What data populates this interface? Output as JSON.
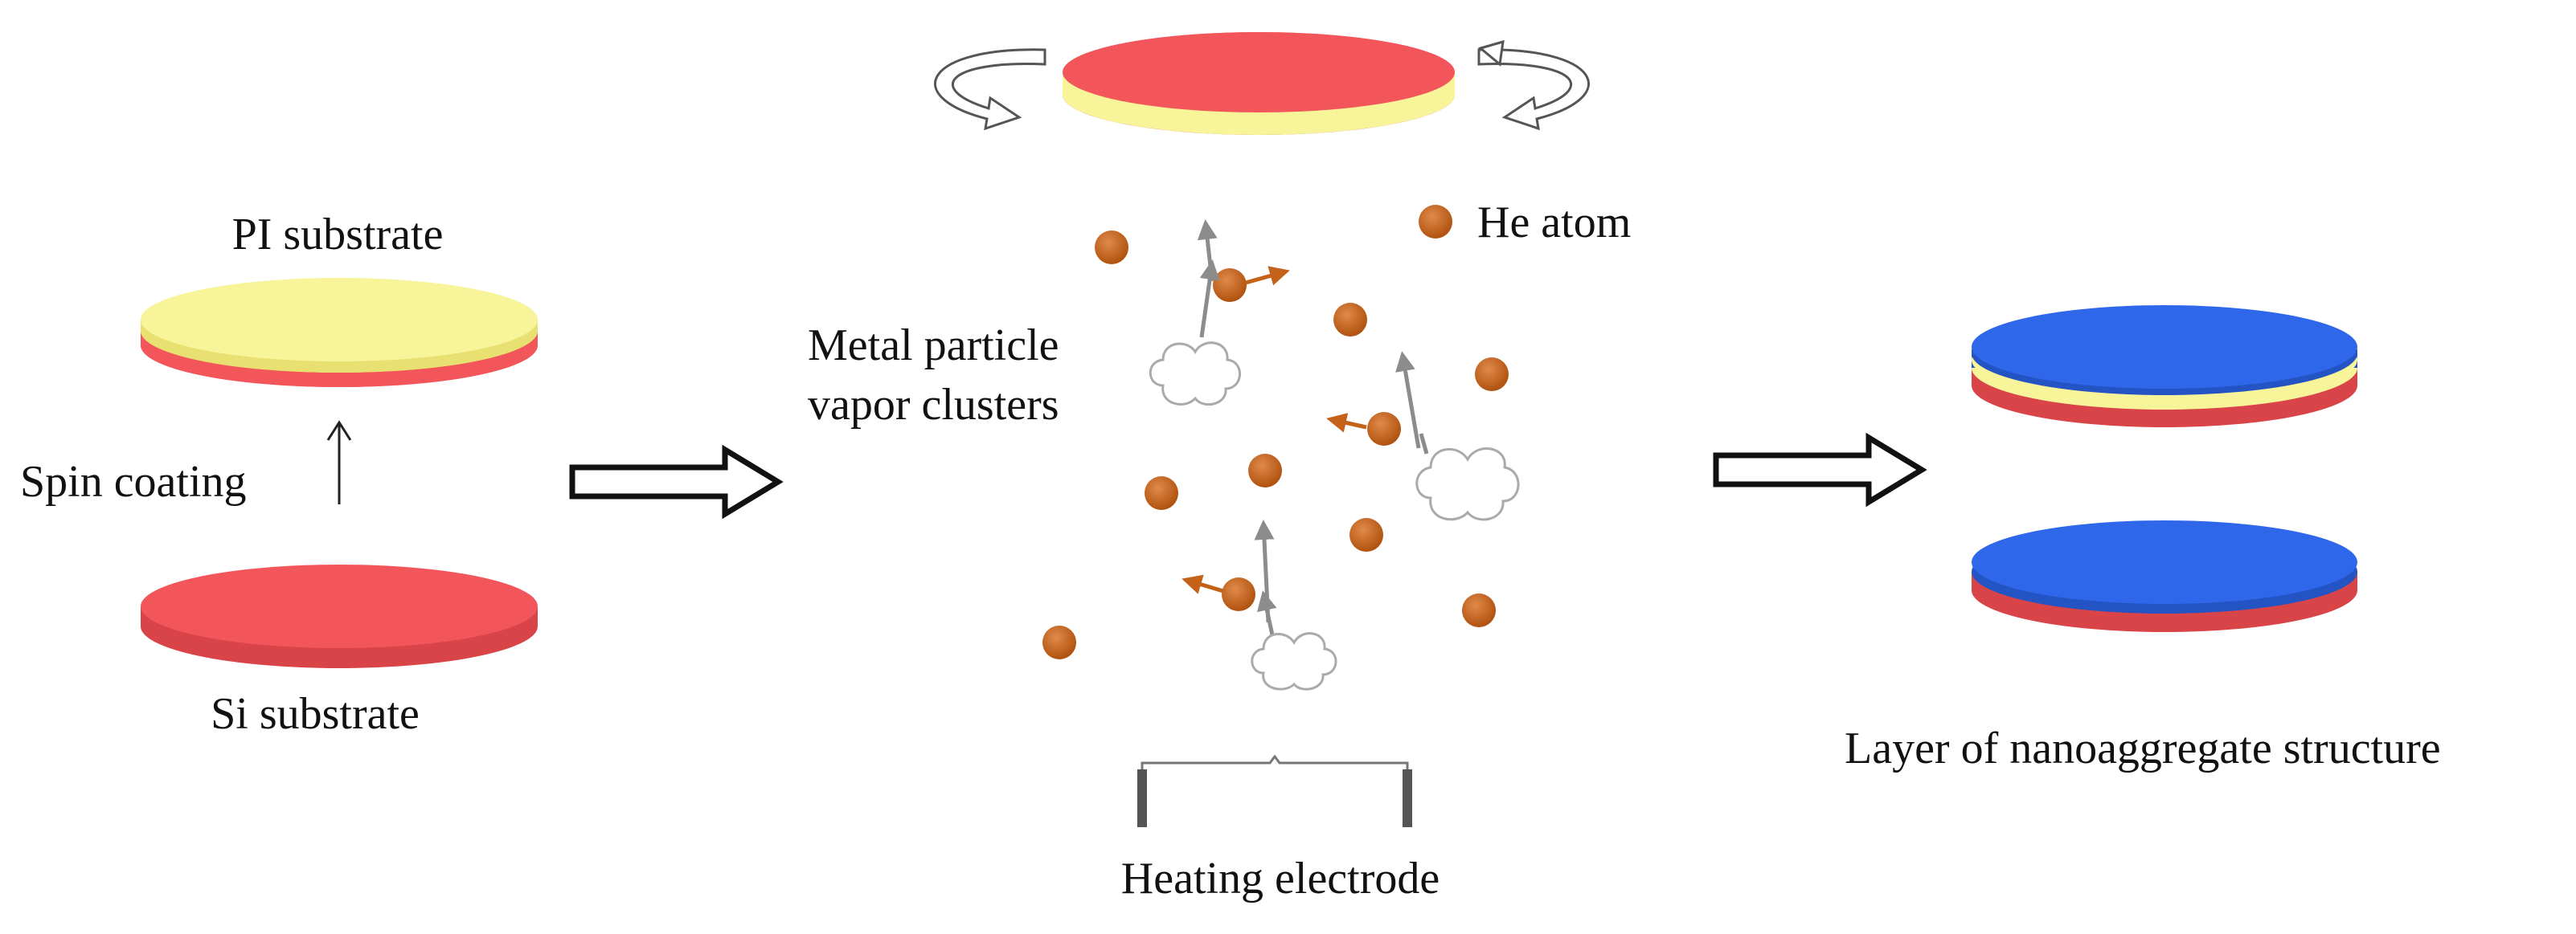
{
  "labels": {
    "pi_substrate": "PI substrate",
    "spin_coating": "Spin coating",
    "si_substrate": "Si substrate",
    "metal_particle_line1": "Metal particle",
    "metal_particle_line2": "vapor clusters",
    "he_atom": "He atom",
    "heating_electrode": "Heating electrode",
    "layer_nanoaggregate": "Layer of nanoaggregate structure"
  },
  "colors": {
    "yellow_layer": "#f7f49a",
    "red_layer": "#f2565a",
    "blue_layer": "#2f67ea",
    "he_atom": "#c4621a",
    "arrow_gray": "#8c8c8c",
    "text": "#111111"
  },
  "icons": {
    "rotation_left": "rotation-arrow-icon",
    "rotation_right": "rotation-arrow-icon",
    "cluster": "cloud-cluster-icon",
    "process_arrow": "hollow-right-arrow-icon"
  }
}
